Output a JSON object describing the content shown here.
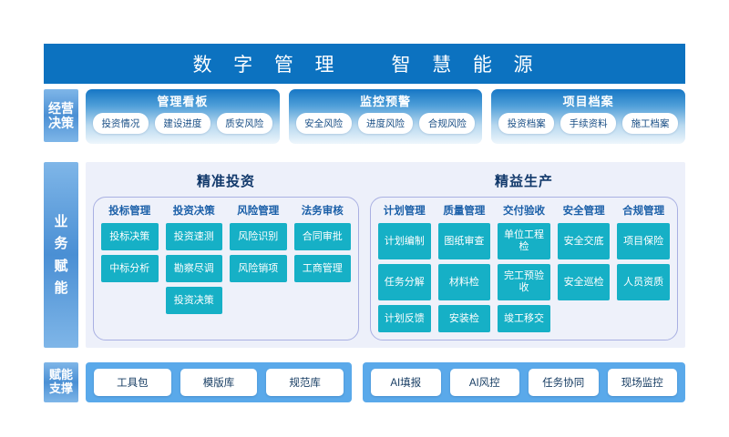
{
  "header": {
    "title": "数  字  管  理      智  慧  能  源",
    "bar_color": "#0c72c0"
  },
  "tiers": {
    "decision_label_line1": "经营",
    "decision_label_line2": "决策",
    "business_label_chars": [
      "业",
      "务",
      "赋",
      "能"
    ],
    "support_label_line1": "赋能",
    "support_label_line2": "支撑"
  },
  "decision": {
    "cards": [
      {
        "title": "管理看板",
        "pills": [
          "投资情况",
          "建设进度",
          "质安风险"
        ]
      },
      {
        "title": "监控预警",
        "pills": [
          "安全风险",
          "进度风险",
          "合规风险"
        ]
      },
      {
        "title": "项目档案",
        "pills": [
          "投资档案",
          "手续资料",
          "施工档案"
        ]
      }
    ]
  },
  "business": {
    "domains": [
      {
        "title": "精准投资",
        "categories": [
          {
            "head": "投标管理",
            "items": [
              "投标决策",
              "中标分析"
            ]
          },
          {
            "head": "投资决策",
            "items": [
              "投资速测",
              "勘察尽调",
              "投资决策"
            ]
          },
          {
            "head": "风险管理",
            "items": [
              "风险识别",
              "风险销项"
            ]
          },
          {
            "head": "法务审核",
            "items": [
              "合同审批",
              "工商管理"
            ]
          }
        ]
      },
      {
        "title": "精益生产",
        "categories": [
          {
            "head": "计划管理",
            "items": [
              "计划编制",
              "任务分解",
              "计划反馈"
            ]
          },
          {
            "head": "质量管理",
            "items": [
              "图纸审查",
              "材料检",
              "安装检"
            ]
          },
          {
            "head": "交付验收",
            "items": [
              "单位工程检",
              "完工预验收",
              "竣工移交"
            ]
          },
          {
            "head": "安全管理",
            "items": [
              "安全交底",
              "安全巡检"
            ]
          },
          {
            "head": "合规管理",
            "items": [
              "项目保险",
              "人员资质"
            ]
          }
        ]
      }
    ]
  },
  "support": {
    "groups": [
      {
        "buttons": [
          "工具包",
          "模版库",
          "规范库"
        ]
      },
      {
        "buttons": [
          "AI填报",
          "AI风控",
          "任务协同",
          "现场监控"
        ]
      }
    ]
  },
  "colors": {
    "header_blue": "#0c72c0",
    "tag_blue": "#4a8fd4",
    "chip_teal": "#16b0c6",
    "support_blue": "#5aa9ea",
    "panel_bg": "#edf0fa",
    "box_border": "#a9b0e2"
  }
}
